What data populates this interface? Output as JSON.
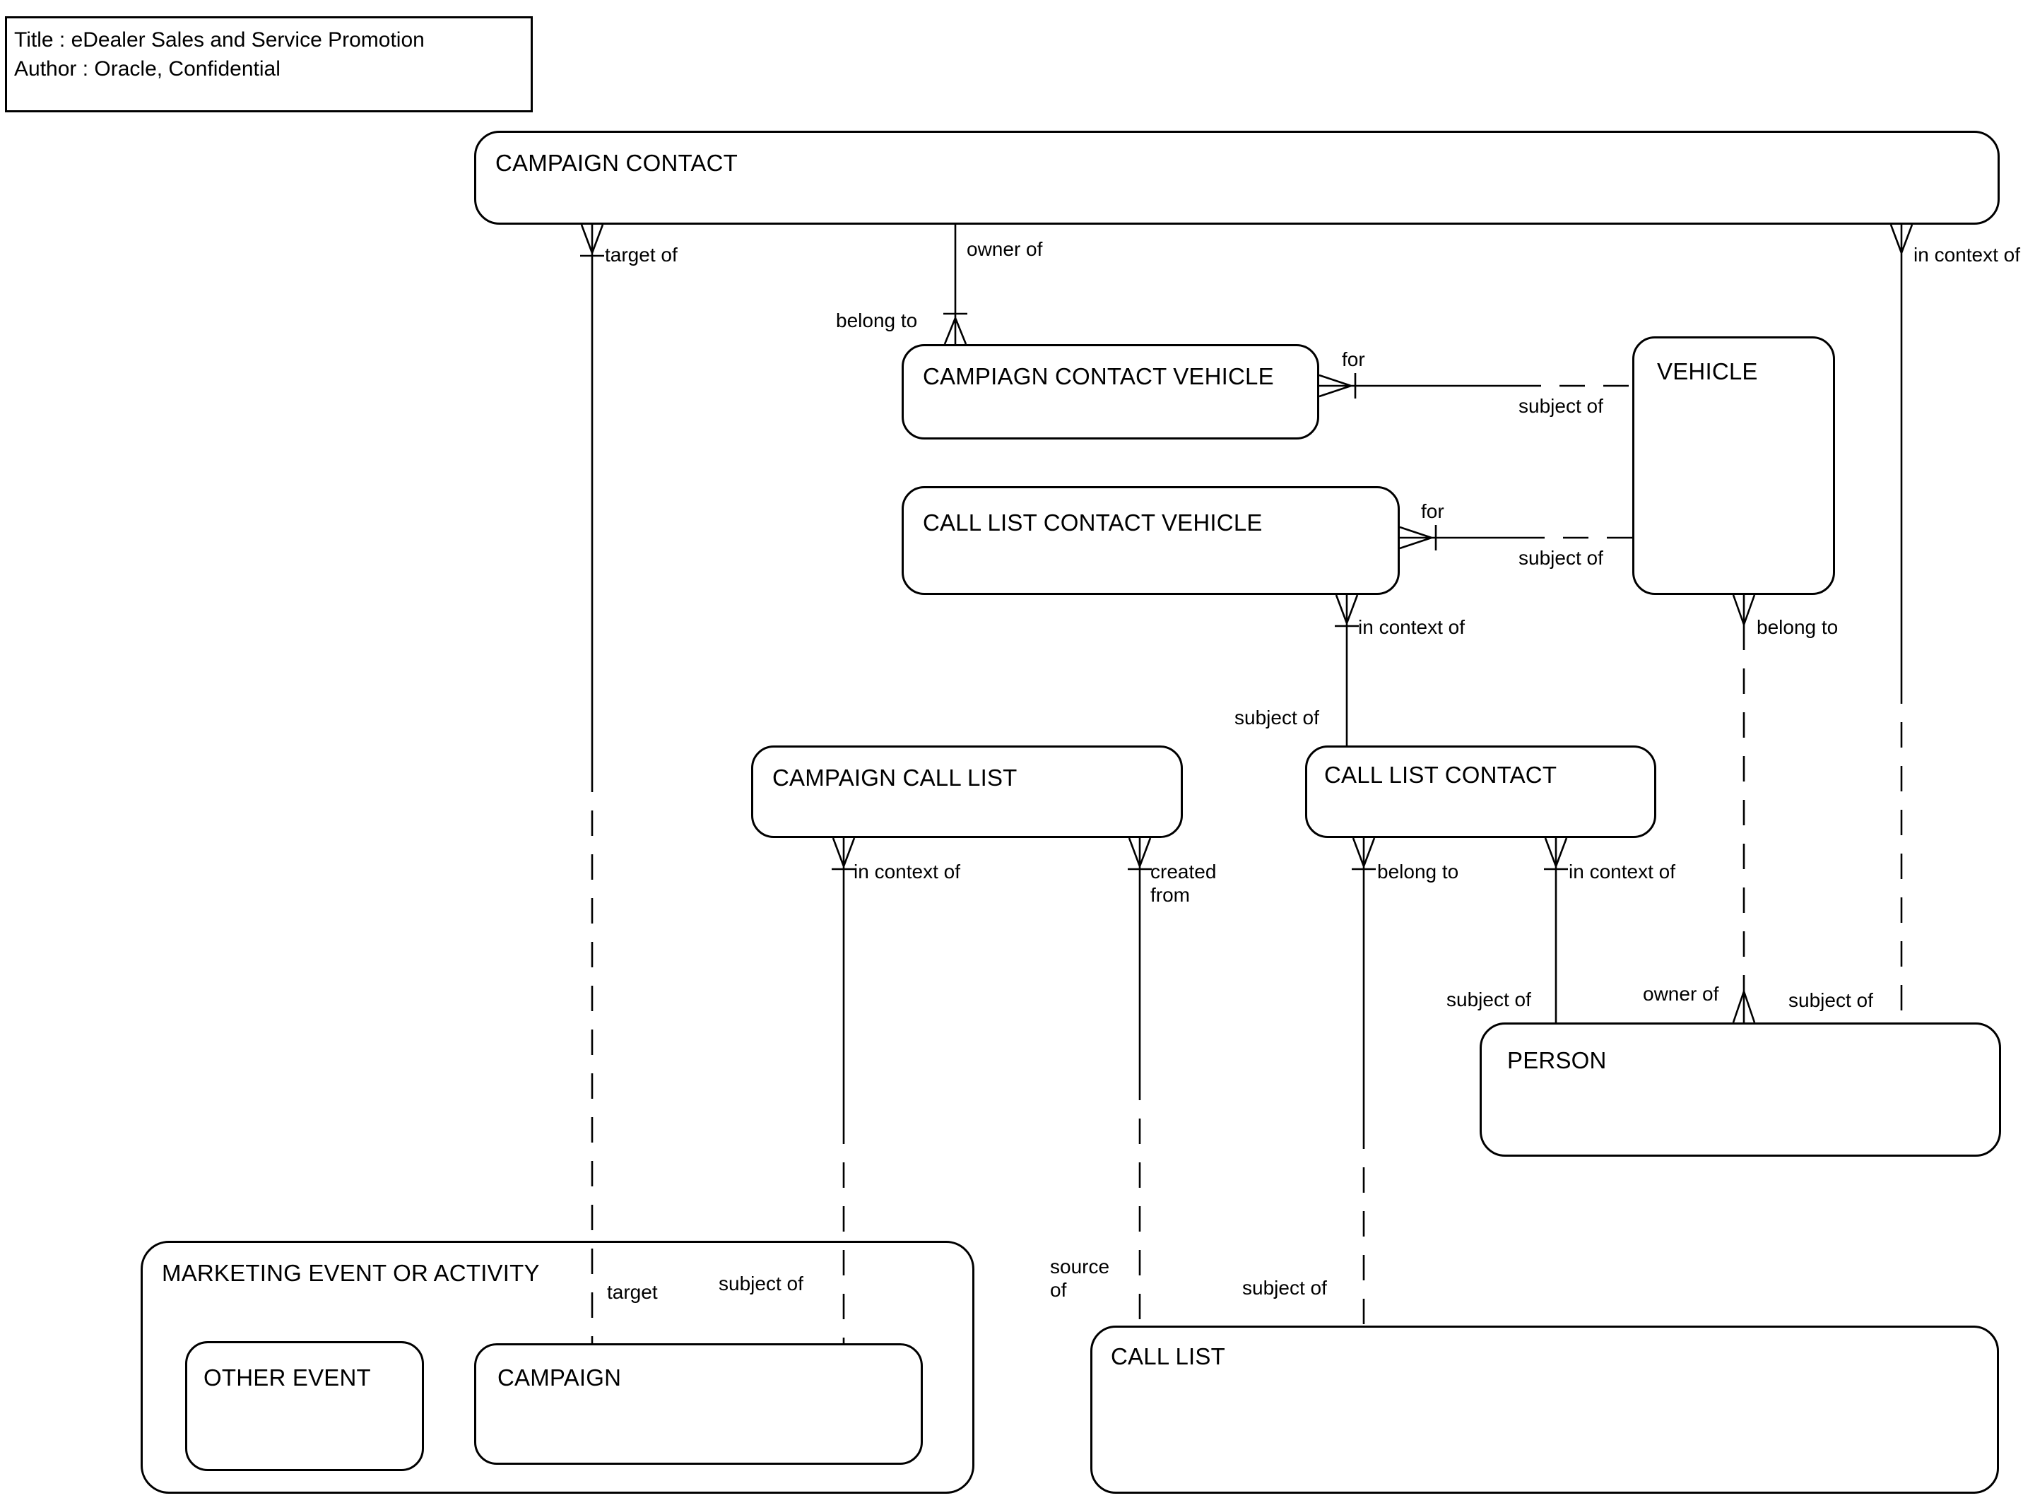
{
  "header": {
    "title_line1": "Title : eDealer Sales and Service Promotion",
    "title_line2": "Author : Oracle, Confidential"
  },
  "entities": {
    "campaign_contact": "CAMPAIGN CONTACT",
    "campiagn_contact_vehicle": "CAMPIAGN CONTACT VEHICLE",
    "vehicle": "VEHICLE",
    "call_list_contact_vehicle": "CALL LIST CONTACT VEHICLE",
    "campaign_call_list": "CAMPAIGN CALL LIST",
    "call_list_contact": "CALL LIST CONTACT",
    "person": "PERSON",
    "marketing_event": "MARKETING EVENT OR ACTIVITY",
    "other_event": "OTHER EVENT",
    "campaign": "CAMPAIGN",
    "call_list": "CALL LIST"
  },
  "rel": {
    "a_near": "target of",
    "a_far": "target",
    "b_near": "owner of",
    "b_far": "belong to",
    "c_near": "for",
    "c_far": "subject of",
    "d_near": "for",
    "d_far": "subject of",
    "e_near": "in context of",
    "e_far": "subject of",
    "f_near": "belong to",
    "f_far": "owner of",
    "g_near": "in context of",
    "g_far": "subject of",
    "h_near": "in context of",
    "h_far": "subject of",
    "i_near": "created from",
    "i_far": "source of",
    "j_near": "belong to",
    "j_far": "subject of",
    "k_near": "in context of",
    "k_far": "subject of"
  }
}
